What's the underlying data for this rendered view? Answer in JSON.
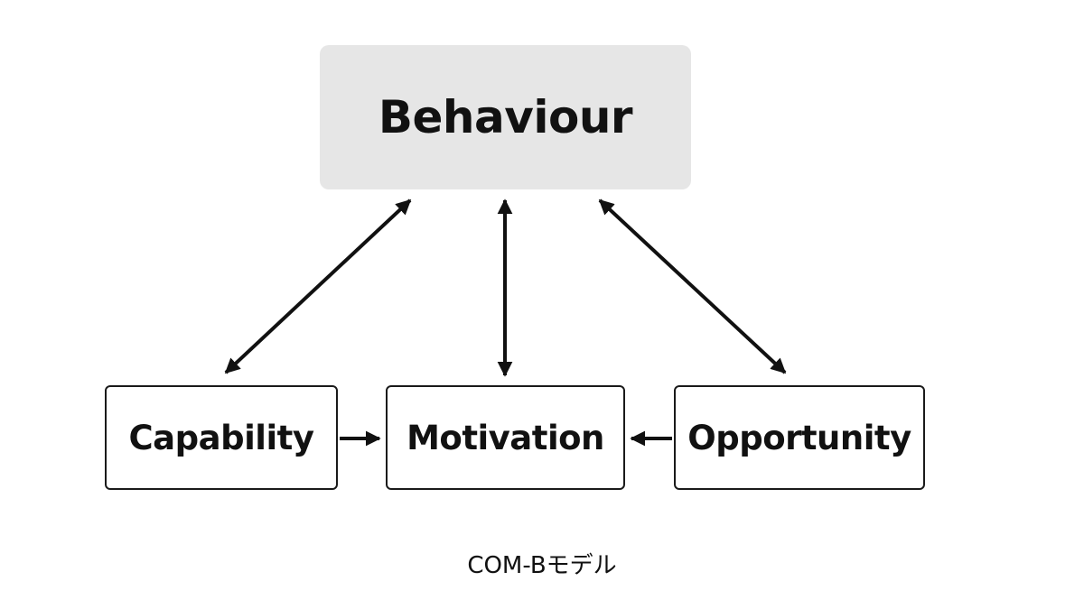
{
  "nodes": {
    "behaviour": "Behaviour",
    "capability": "Capability",
    "motivation": "Motivation",
    "opportunity": "Opportunity"
  },
  "relations": [
    {
      "from": "Capability",
      "to": "Behaviour",
      "direction": "bidirectional"
    },
    {
      "from": "Motivation",
      "to": "Behaviour",
      "direction": "bidirectional"
    },
    {
      "from": "Opportunity",
      "to": "Behaviour",
      "direction": "bidirectional"
    },
    {
      "from": "Capability",
      "to": "Motivation",
      "direction": "one-way"
    },
    {
      "from": "Opportunity",
      "to": "Motivation",
      "direction": "one-way"
    }
  ],
  "caption": "COM-Bモデル",
  "colors": {
    "behaviour_fill": "#e6e6e6",
    "stroke": "#111111",
    "background": "#ffffff"
  }
}
